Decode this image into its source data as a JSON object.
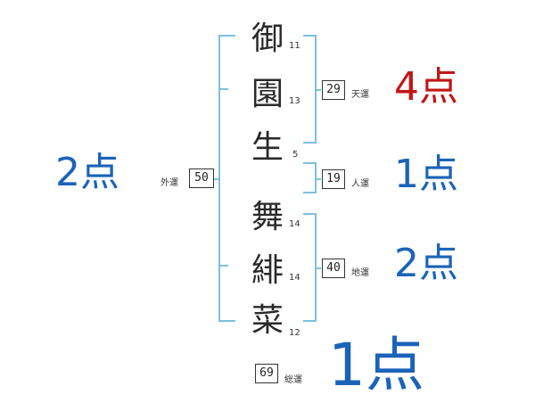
{
  "name_chars": [
    {
      "char": "御",
      "strokes": "11"
    },
    {
      "char": "園",
      "strokes": "13"
    },
    {
      "char": "生",
      "strokes": "5"
    },
    {
      "char": "舞",
      "strokes": "14"
    },
    {
      "char": "緋",
      "strokes": "14"
    },
    {
      "char": "菜",
      "strokes": "12"
    }
  ],
  "fortunes": {
    "gaiun": {
      "label": "外運",
      "value": "50",
      "score": "2点",
      "color": "#1b63b8"
    },
    "tenun": {
      "label": "天運",
      "value": "29",
      "score": "4点",
      "color": "#c01616"
    },
    "jinun": {
      "label": "人運",
      "value": "19",
      "score": "1点",
      "color": "#1b63b8"
    },
    "chiun": {
      "label": "地運",
      "value": "40",
      "score": "2点",
      "color": "#1b63b8"
    },
    "souun": {
      "label": "総運",
      "value": "69",
      "score": "1点",
      "color": "#1b63b8"
    }
  },
  "colors": {
    "bracket": "#7cc0dd",
    "blue": "#1b63b8",
    "red": "#c01616"
  }
}
